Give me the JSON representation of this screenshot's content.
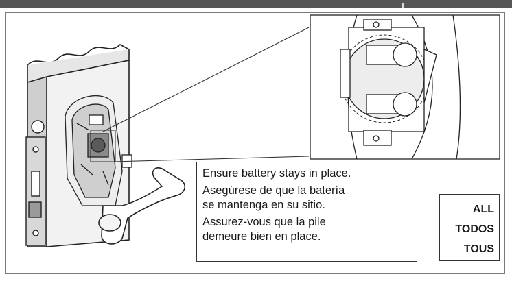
{
  "instructions": {
    "lines": [
      "Ensure battery stays in place.",
      "Asegúrese de que la batería",
      "se mantenga en su sitio.",
      "Assurez-vous que la pile",
      "demeure bien en place."
    ]
  },
  "applicability": {
    "lines": [
      "ALL",
      "TODOS",
      "TOUS"
    ]
  },
  "colors": {
    "header_bar": "#555555",
    "frame": "#7a7a7a",
    "text": "#1a1a1a"
  }
}
